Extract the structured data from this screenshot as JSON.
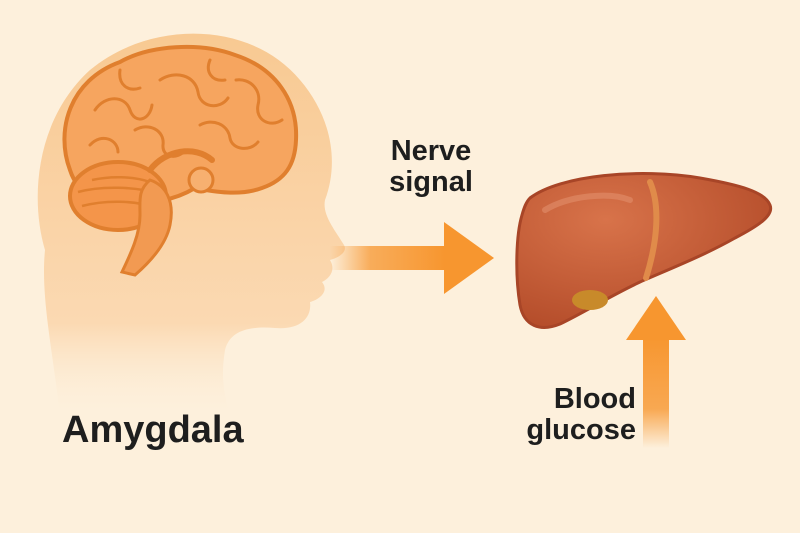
{
  "labels": {
    "amygdala": "Amygdala",
    "nerve_line1": "Nerve",
    "nerve_line2": "signal",
    "glucose_line1": "Blood",
    "glucose_line2": "glucose"
  },
  "colors": {
    "background": "#fdf0dc",
    "head": "#f9cfa0",
    "brain": "#f6a55f",
    "brain_outline": "#e07f2e",
    "liver": "#c55a33",
    "liver_dark": "#a84527",
    "gallbladder": "#c88a2a",
    "arrow": "#f7962f",
    "text": "#1e1e1e"
  },
  "icons": {
    "head": "head-silhouette-icon",
    "brain": "brain-icon",
    "liver": "liver-icon",
    "arrow_right": "arrow-right-icon",
    "arrow_up": "arrow-up-icon"
  }
}
